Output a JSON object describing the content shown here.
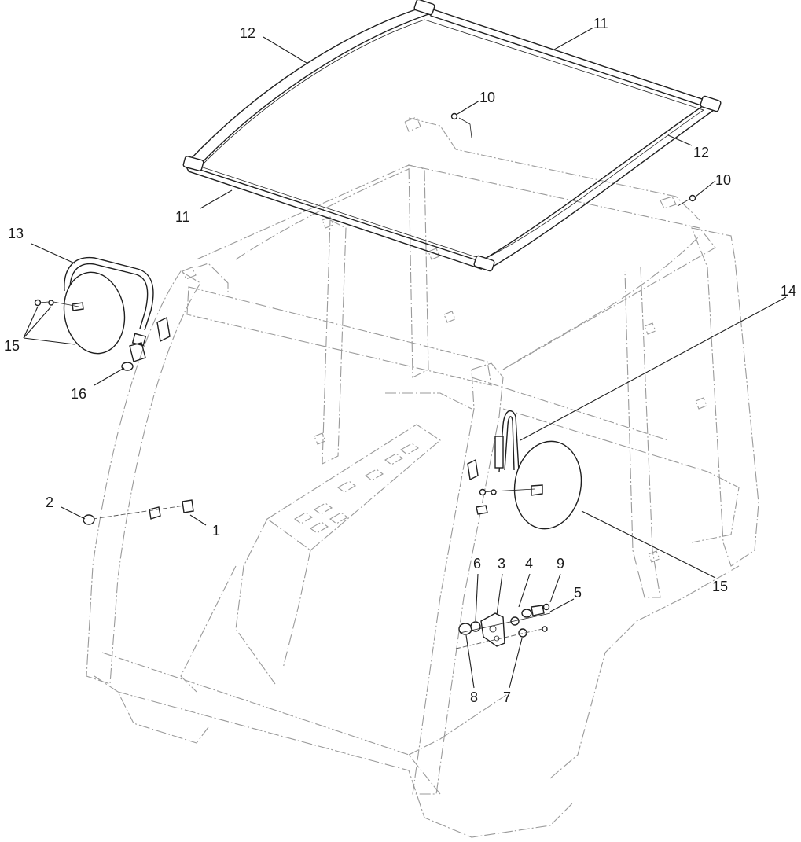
{
  "diagram": {
    "callouts": {
      "c1": "1",
      "c2": "2",
      "c3": "3",
      "c4": "4",
      "c5": "5",
      "c6": "6",
      "c7": "7",
      "c8": "8",
      "c9": "9",
      "c10a": "10",
      "c10b": "10",
      "c11a": "11",
      "c11b": "11",
      "c12a": "12",
      "c12b": "12",
      "c13": "13",
      "c14": "14",
      "c15a": "15",
      "c15b": "15",
      "c16": "16"
    }
  },
  "colors": {
    "part_line": "#1f1f1f",
    "phantom_line": "#9a9a9a",
    "background": "#ffffff"
  }
}
